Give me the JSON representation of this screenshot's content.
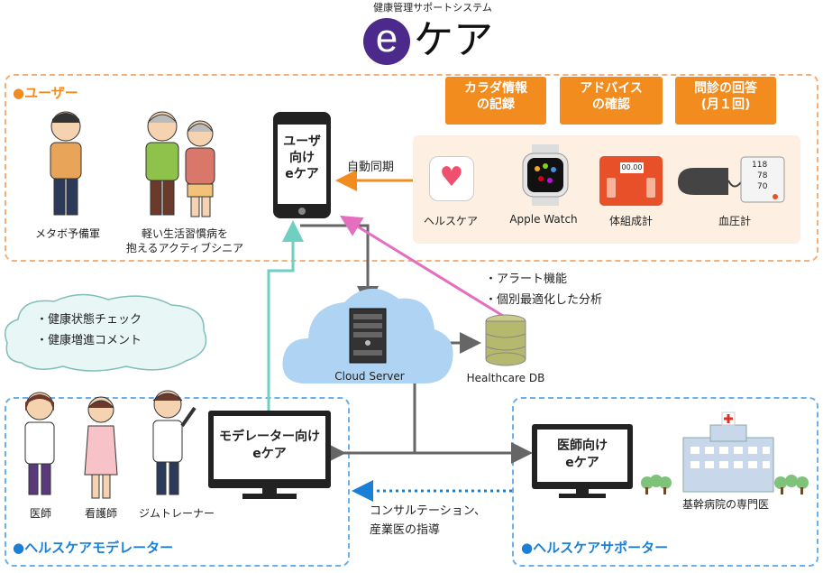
{
  "header": {
    "subtitle": "健康管理サポートシステム",
    "logo_letter": "e",
    "logo_text": "ケア"
  },
  "users": {
    "title": "●ユーザー",
    "person1": "メタボ予備軍",
    "person2_line1": "軽い生活習慣病を",
    "person2_line2": "抱えるアクティブシニア",
    "app_line1": "ユーザ",
    "app_line2": "向け",
    "app_line3": "eケア",
    "sync_label": "自動同期",
    "features": [
      {
        "line1": "カラダ情報",
        "line2": "の記録"
      },
      {
        "line1": "アドバイス",
        "line2": "の確認"
      },
      {
        "line1": "問診の回答",
        "line2": "(月１回)"
      }
    ],
    "devices": [
      {
        "label": "ヘルスケア"
      },
      {
        "label": "Apple Watch"
      },
      {
        "label": "体組成計",
        "display": "00.00"
      },
      {
        "label": "血圧計",
        "readings": [
          "118",
          "78",
          "70"
        ]
      }
    ]
  },
  "cloud": {
    "server_label": "Cloud Server",
    "db_label": "Healthcare DB",
    "db_bullets": [
      "・アラート機能",
      "・個別最適化した分析"
    ]
  },
  "speech": {
    "bullets": [
      "・健康状態チェック",
      "・健康増進コメント"
    ]
  },
  "moderator": {
    "title": "●ヘルスケアモデレーター",
    "screen_line1": "モデレーター向け",
    "screen_line2": "eケア",
    "people": [
      "医師",
      "看護師",
      "ジムトレーナー"
    ]
  },
  "consult": {
    "line1": "コンサルテーション、",
    "line2": "産業医の指導"
  },
  "supporter": {
    "title": "●ヘルスケアサポーター",
    "screen_line1": "医師向け",
    "screen_line2": "eケア",
    "hospital_label": "基幹病院の専門医"
  },
  "colors": {
    "orange": "#f28c1e",
    "blue": "#1a7fd6",
    "teal": "#6fcfc0",
    "pink": "#e46fbf",
    "logo_purple": "#4b2a8c"
  }
}
